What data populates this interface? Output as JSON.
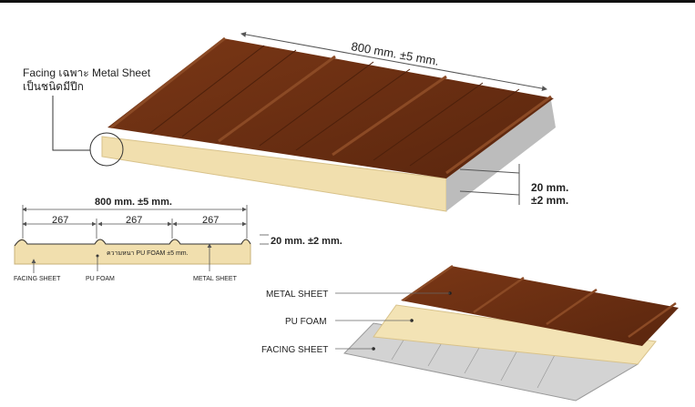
{
  "top_panel": {
    "width_label": "800 mm. ±5 mm.",
    "thickness_label_1": "20 mm.",
    "thickness_label_2": "±2 mm.",
    "facing_note_line1": "Facing เฉพาะ Metal Sheet",
    "facing_note_line2": "เป็นชนิดมีปีก"
  },
  "section": {
    "width_label": "800 mm. ±5 mm.",
    "spacings": [
      "267",
      "267",
      "267"
    ],
    "rib_height_label": "20 mm. ±2 mm.",
    "foam_thickness_label": "ความหนา PU FOAM ±5 mm.",
    "labels": {
      "facing": "FACING SHEET",
      "foam": "PU FOAM",
      "metal": "METAL SHEET"
    }
  },
  "layers": {
    "metal": "METAL SHEET",
    "foam": "PU FOAM",
    "facing": "FACING SHEET"
  },
  "colors": {
    "metal": "#6b2e12",
    "foam": "#f3e3b5",
    "facing": "#c8c8c8"
  }
}
